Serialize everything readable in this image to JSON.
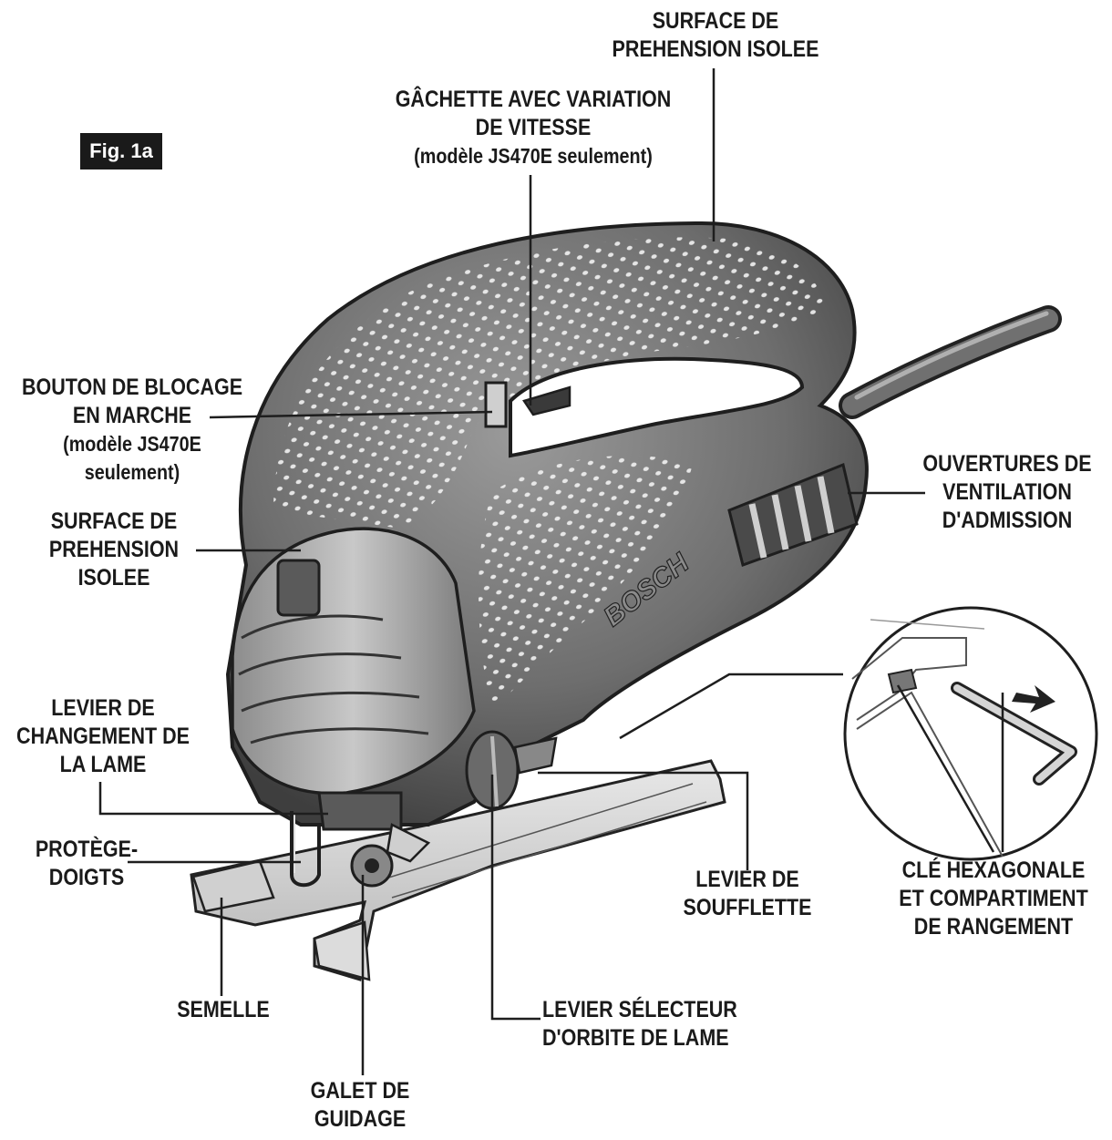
{
  "figure": {
    "badge": "Fig. 1a",
    "brand": "BOSCH"
  },
  "labels": {
    "surface_top": [
      "SURFACE DE",
      "PREHENSION ISOLEE"
    ],
    "trigger": [
      "GÂCHETTE AVEC VARIATION",
      "DE VITESSE",
      "(modèle JS470E seulement)"
    ],
    "lock_button": [
      "BOUTON DE BLOCAGE",
      "EN MARCHE",
      "(modèle JS470E",
      "seulement)"
    ],
    "surface_left": [
      "SURFACE DE",
      "PREHENSION",
      "ISOLEE"
    ],
    "vents": [
      "OUVERTURES DE",
      "VENTILATION",
      "D'ADMISSION"
    ],
    "blade_change": [
      "LEVIER DE",
      "CHANGEMENT DE",
      "LA LAME"
    ],
    "finger_guard": [
      "PROTÈGE-",
      "DOIGTS"
    ],
    "blower": [
      "LEVIER DE",
      "SOUFFLETTE"
    ],
    "hex_key": [
      "CLÉ HEXAGONALE",
      "ET COMPARTIMENT",
      "DE RANGEMENT"
    ],
    "base": [
      "SEMELLE"
    ],
    "orbit": [
      "LEVIER SÉLECTEUR",
      "D'ORBITE DE LAME"
    ],
    "roller": [
      "GALET DE",
      "GUIDAGE"
    ]
  }
}
